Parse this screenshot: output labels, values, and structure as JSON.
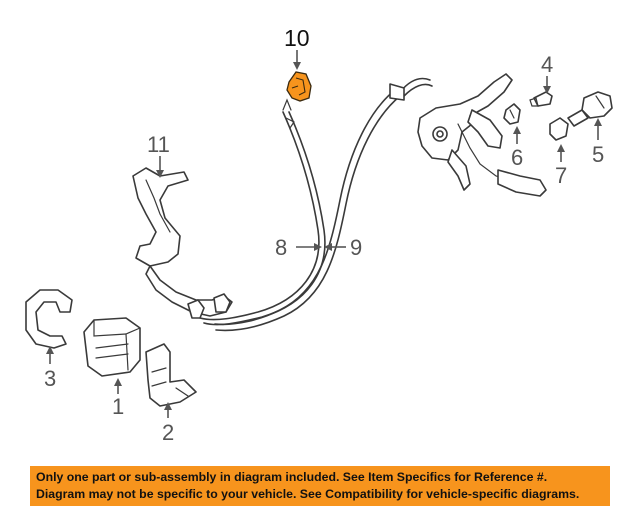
{
  "callouts": {
    "c1": "1",
    "c2": "2",
    "c3": "3",
    "c4": "4",
    "c5": "5",
    "c6": "6",
    "c7": "7",
    "c8": "8",
    "c9": "9",
    "c10": "10",
    "c11": "11"
  },
  "highlight_color": "#f7941d",
  "notice": {
    "line1": "Only one part or sub-assembly in diagram included. See Item Specifics for Reference #.",
    "line2": "Diagram may not be specific to your vehicle. See Compatibility for vehicle-specific diagrams."
  }
}
